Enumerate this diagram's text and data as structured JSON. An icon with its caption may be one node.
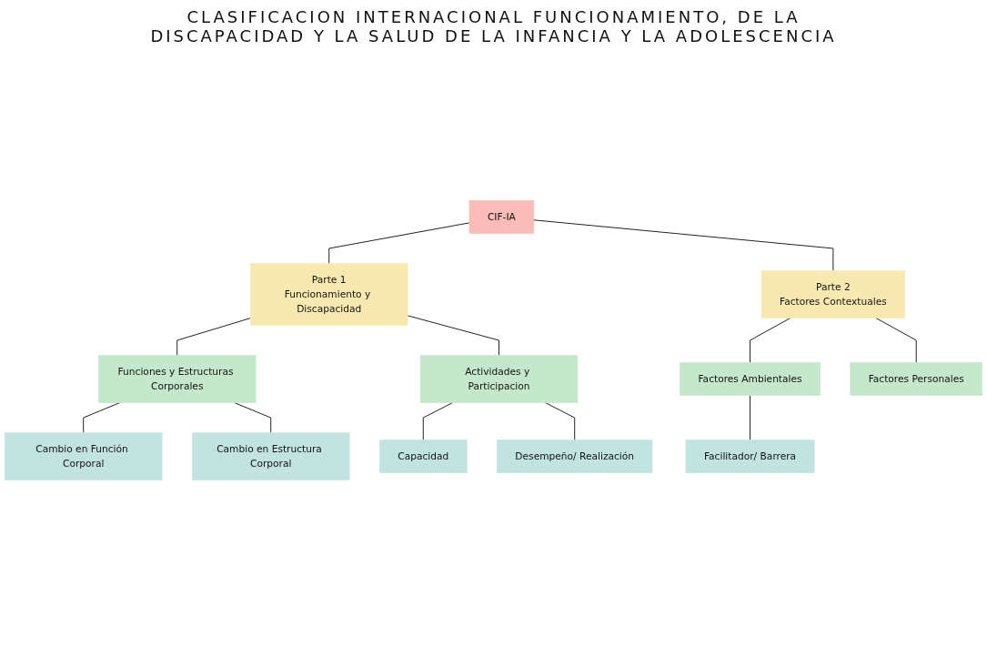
{
  "diagram": {
    "title": "CLASIFICACION INTERNACIONAL FUNCIONAMIENTO, DE LA DISCAPACIDAD Y LA SALUD DE LA INFANCIA Y LA ADOLESCENCIA",
    "nodes": [
      {
        "text": [
          "CIF-IA"
        ]
      },
      {
        "text": [
          "Parte 1",
          "Funcionamiento y Discapacidad"
        ]
      },
      {
        "text": [
          "Parte 2",
          "Factores Contextuales"
        ]
      },
      {
        "text": [
          "Funciones y Estructuras Corporales"
        ]
      },
      {
        "text": [
          "Actividades y Participacion"
        ]
      },
      {
        "text": [
          "Factores Ambientales"
        ]
      },
      {
        "text": [
          "Factores Personales"
        ]
      },
      {
        "text": [
          "Cambio en Función Corporal"
        ]
      },
      {
        "text": [
          "Cambio en Estructura Corporal"
        ]
      },
      {
        "text": [
          "Capacidad"
        ]
      },
      {
        "text": [
          "Desempeño/ Realización"
        ]
      },
      {
        "text": [
          "Facilitador/ Barrera"
        ]
      }
    ],
    "edges": [
      {
        "from": 0,
        "to": 1,
        "arrow": "none"
      },
      {
        "from": 0,
        "to": 2,
        "arrow": "none"
      },
      {
        "from": 1,
        "to": 3,
        "arrow": "none"
      },
      {
        "from": 1,
        "to": 4,
        "arrow": "none"
      },
      {
        "from": 2,
        "to": 5,
        "arrow": "none"
      },
      {
        "from": 2,
        "to": 6,
        "arrow": "none"
      },
      {
        "from": 3,
        "to": 7,
        "arrow": "none"
      },
      {
        "from": 3,
        "to": 8,
        "arrow": "none"
      },
      {
        "from": 4,
        "to": 9,
        "arrow": "none"
      },
      {
        "from": 4,
        "to": 10,
        "arrow": "none"
      },
      {
        "from": 5,
        "to": 11,
        "arrow": "none"
      }
    ]
  }
}
